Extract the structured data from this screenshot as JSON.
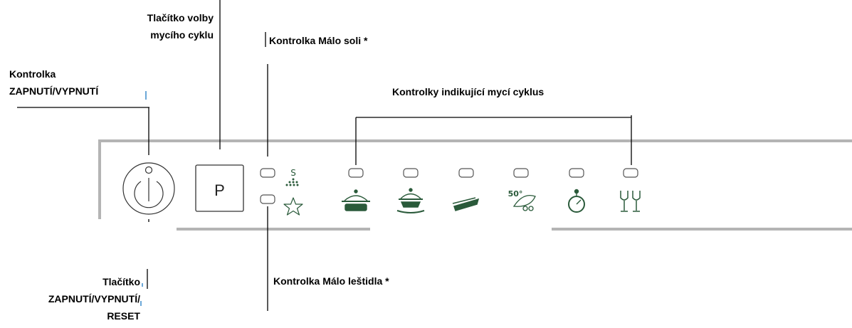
{
  "labels": {
    "program_button": [
      "Tlačítko volby",
      "mycího cyklu"
    ],
    "salt_indicator": "Kontrolka Málo soli *",
    "power_indicator": [
      "Kontrolka",
      "ZAPNUTÍ/VYPNUTÍ"
    ],
    "cycle_indicators": "Kontrolky indikující mycí cyklus",
    "rinse_aid_indicator": "Kontrolka Málo leštidla *",
    "power_reset_button": [
      "Tlačítko",
      "ZAPNUTÍ/VYPNUTÍ/",
      "RESET"
    ]
  },
  "panel": {
    "program_button_text": "P",
    "salt_symbol": "S",
    "eco_symbol": "50°"
  },
  "colors": {
    "panel_frame": "#b4b4b4",
    "icon_green": "#2a5a3a",
    "leader_line": "#000000"
  }
}
